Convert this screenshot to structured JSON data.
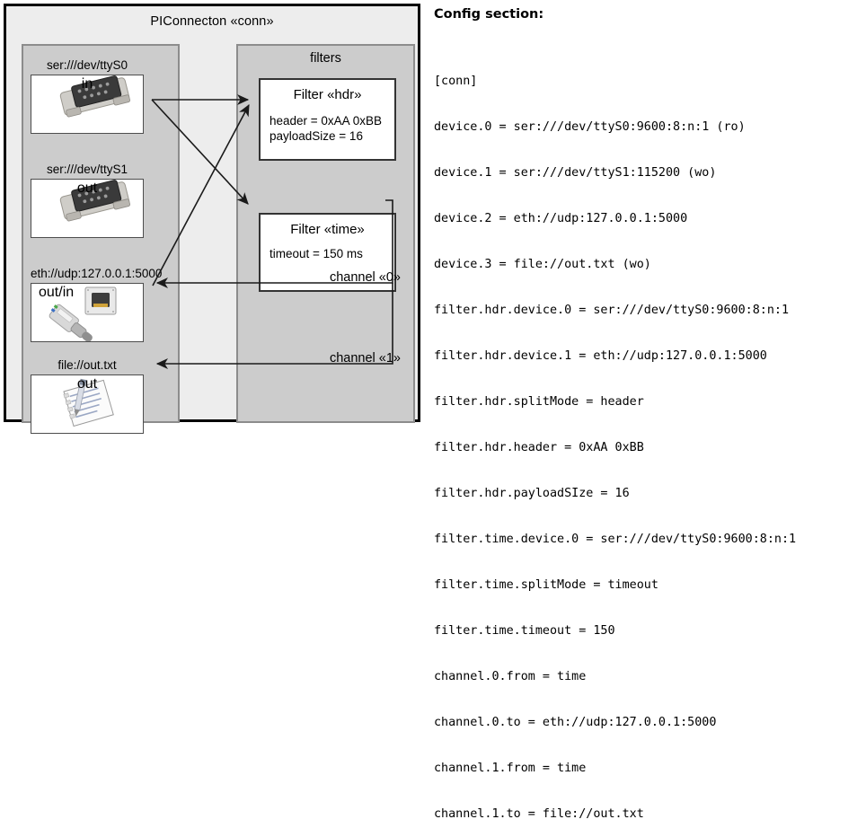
{
  "diagram": {
    "title": "PIConnecton «conn»",
    "devices_group": {
      "title": ""
    },
    "filters_group": {
      "title": "filters"
    },
    "devices": [
      {
        "label": "ser:///dev/ttyS0",
        "direction": "in",
        "icon": "serial-port-icon"
      },
      {
        "label": "ser:///dev/ttyS1",
        "direction": "out",
        "icon": "serial-port-icon"
      },
      {
        "label": "eth://udp:127.0.0.1:5000",
        "direction": "out/in",
        "icon": "ethernet-plug-icon"
      },
      {
        "label": "file://out.txt",
        "direction": "out",
        "icon": "text-document-icon"
      }
    ],
    "filters": [
      {
        "title": "Filter «hdr»",
        "props": [
          "header = 0xAA 0xBB",
          "payloadSize = 16"
        ]
      },
      {
        "title": "Filter «time»",
        "props": [
          "timeout = 150 ms"
        ]
      }
    ],
    "channels": [
      {
        "label": "channel «0»"
      },
      {
        "label": "channel «1»"
      }
    ]
  },
  "config": {
    "heading": "Config section:",
    "lines": [
      "[conn]",
      "device.0 = ser:///dev/ttyS0:9600:8:n:1 (ro)",
      "device.1 = ser:///dev/ttyS1:115200 (wo)",
      "device.2 = eth://udp:127.0.0.1:5000",
      "device.3 = file://out.txt (wo)",
      "filter.hdr.device.0 = ser:///dev/ttyS0:9600:8:n:1",
      "filter.hdr.device.1 = eth://udp:127.0.0.1:5000",
      "filter.hdr.splitMode = header",
      "filter.hdr.header = 0xAA 0xBB",
      "filter.hdr.payloadSIze = 16",
      "filter.time.device.0 = ser:///dev/ttyS0:9600:8:n:1",
      "filter.time.splitMode = timeout",
      "filter.time.timeout = 150",
      "channel.0.from = time",
      "channel.0.to = eth://udp:127.0.0.1:5000",
      "channel.1.from = time",
      "channel.1.to = file://out.txt"
    ]
  },
  "colors": {
    "frame_border": "#000000",
    "frame_fill": "#ededed",
    "group_fill": "#cccccc",
    "group_border": "#8c8c8c",
    "card_fill": "#ffffff",
    "card_border": "#4d4d4d",
    "arrow": "#1a1a1a"
  }
}
